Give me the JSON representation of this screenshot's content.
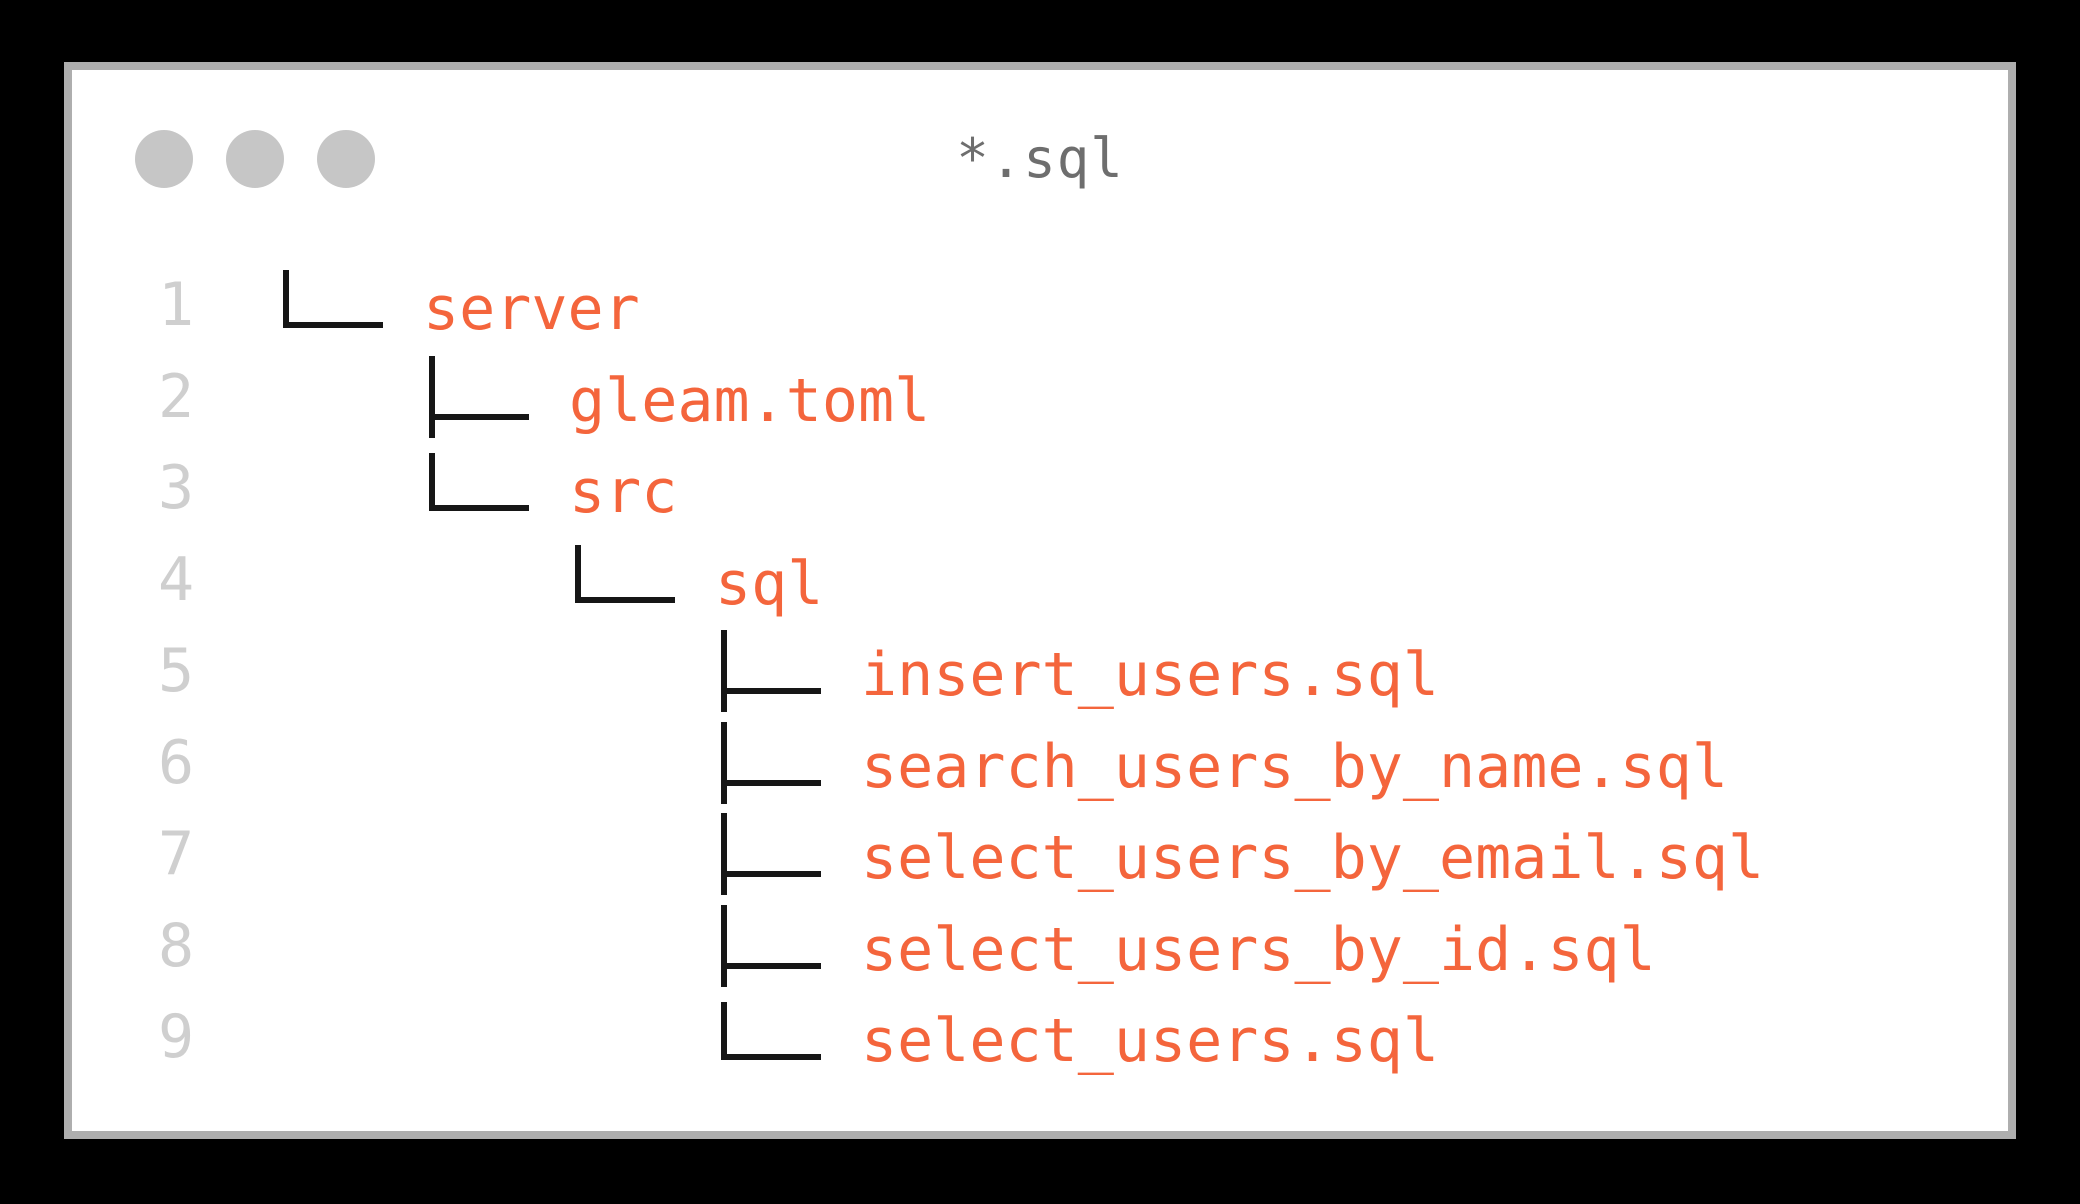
{
  "window": {
    "title": "*.sql"
  },
  "colors": {
    "outer_background": "#000000",
    "window_background": "#ffffff",
    "window_border": "#aeaeae",
    "traffic_dot": "#c6c6c6",
    "title_text": "#6e6e6e",
    "line_number": "#cfcfcf",
    "tree_line": "#161616",
    "accent_orange": "#f4653c"
  },
  "tree": {
    "rows": [
      {
        "num": "1",
        "name": "server",
        "level": 0,
        "connector": "elbow",
        "kind": "folder"
      },
      {
        "num": "2",
        "name": "gleam.toml",
        "level": 1,
        "connector": "tee",
        "kind": "file"
      },
      {
        "num": "3",
        "name": "src",
        "level": 1,
        "connector": "elbow",
        "kind": "folder"
      },
      {
        "num": "4",
        "name": "sql",
        "level": 2,
        "connector": "elbow",
        "kind": "folder"
      },
      {
        "num": "5",
        "name": "insert_users.sql",
        "level": 3,
        "connector": "tee",
        "kind": "file"
      },
      {
        "num": "6",
        "name": "search_users_by_name.sql",
        "level": 3,
        "connector": "tee",
        "kind": "file"
      },
      {
        "num": "7",
        "name": "select_users_by_email.sql",
        "level": 3,
        "connector": "tee",
        "kind": "file"
      },
      {
        "num": "8",
        "name": "select_users_by_id.sql",
        "level": 3,
        "connector": "tee",
        "kind": "file"
      },
      {
        "num": "9",
        "name": "select_users.sql",
        "level": 3,
        "connector": "elbow",
        "kind": "file"
      }
    ]
  }
}
